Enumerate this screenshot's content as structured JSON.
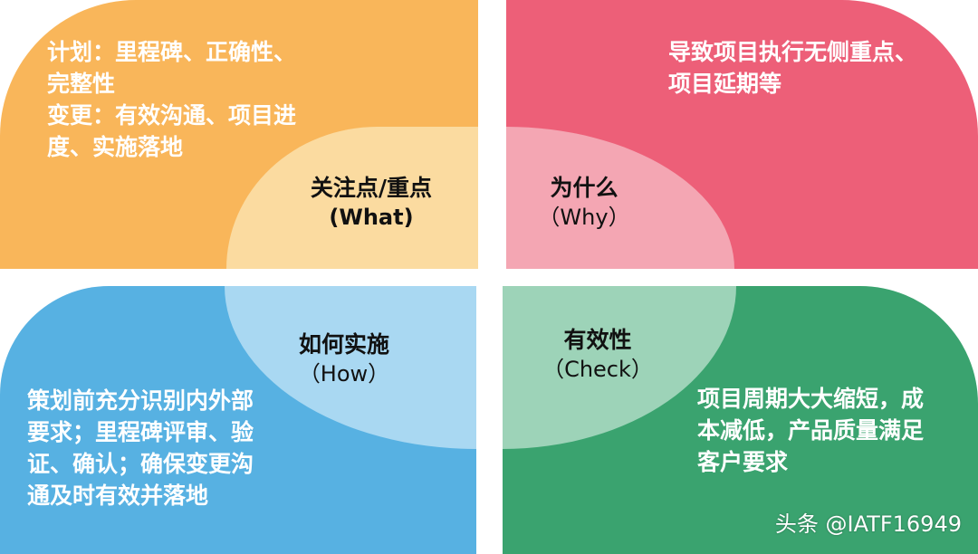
{
  "quadrants": {
    "top_left": "计划：里程碑、正确性、\n完整性\n变更：有效沟通、项目进\n度、实施落地",
    "top_right": "导致项目执行无侧重点、\n项目延期等",
    "bottom_left": "策划前充分识别内外部\n要求；里程碑评审、验\n证、确认；确保变更沟\n通及时有效并落地",
    "bottom_right": "项目周期大大缩短，成\n本减低，产品质量满足\n客户要求"
  },
  "centers": {
    "what": {
      "main": "关注点/重点",
      "sub": "(What)"
    },
    "why": {
      "main": "为什么",
      "sub": "（Why）"
    },
    "how": {
      "main": "如何实施",
      "sub": "（How）"
    },
    "check": {
      "main": "有效性",
      "sub": "（Check）"
    }
  },
  "watermark": {
    "text": "头条 @IATF16949"
  },
  "colors": {
    "orange": "#f9b65a",
    "pink": "#ed5f78",
    "blue": "#57b1e2",
    "green": "#3aa36f"
  }
}
